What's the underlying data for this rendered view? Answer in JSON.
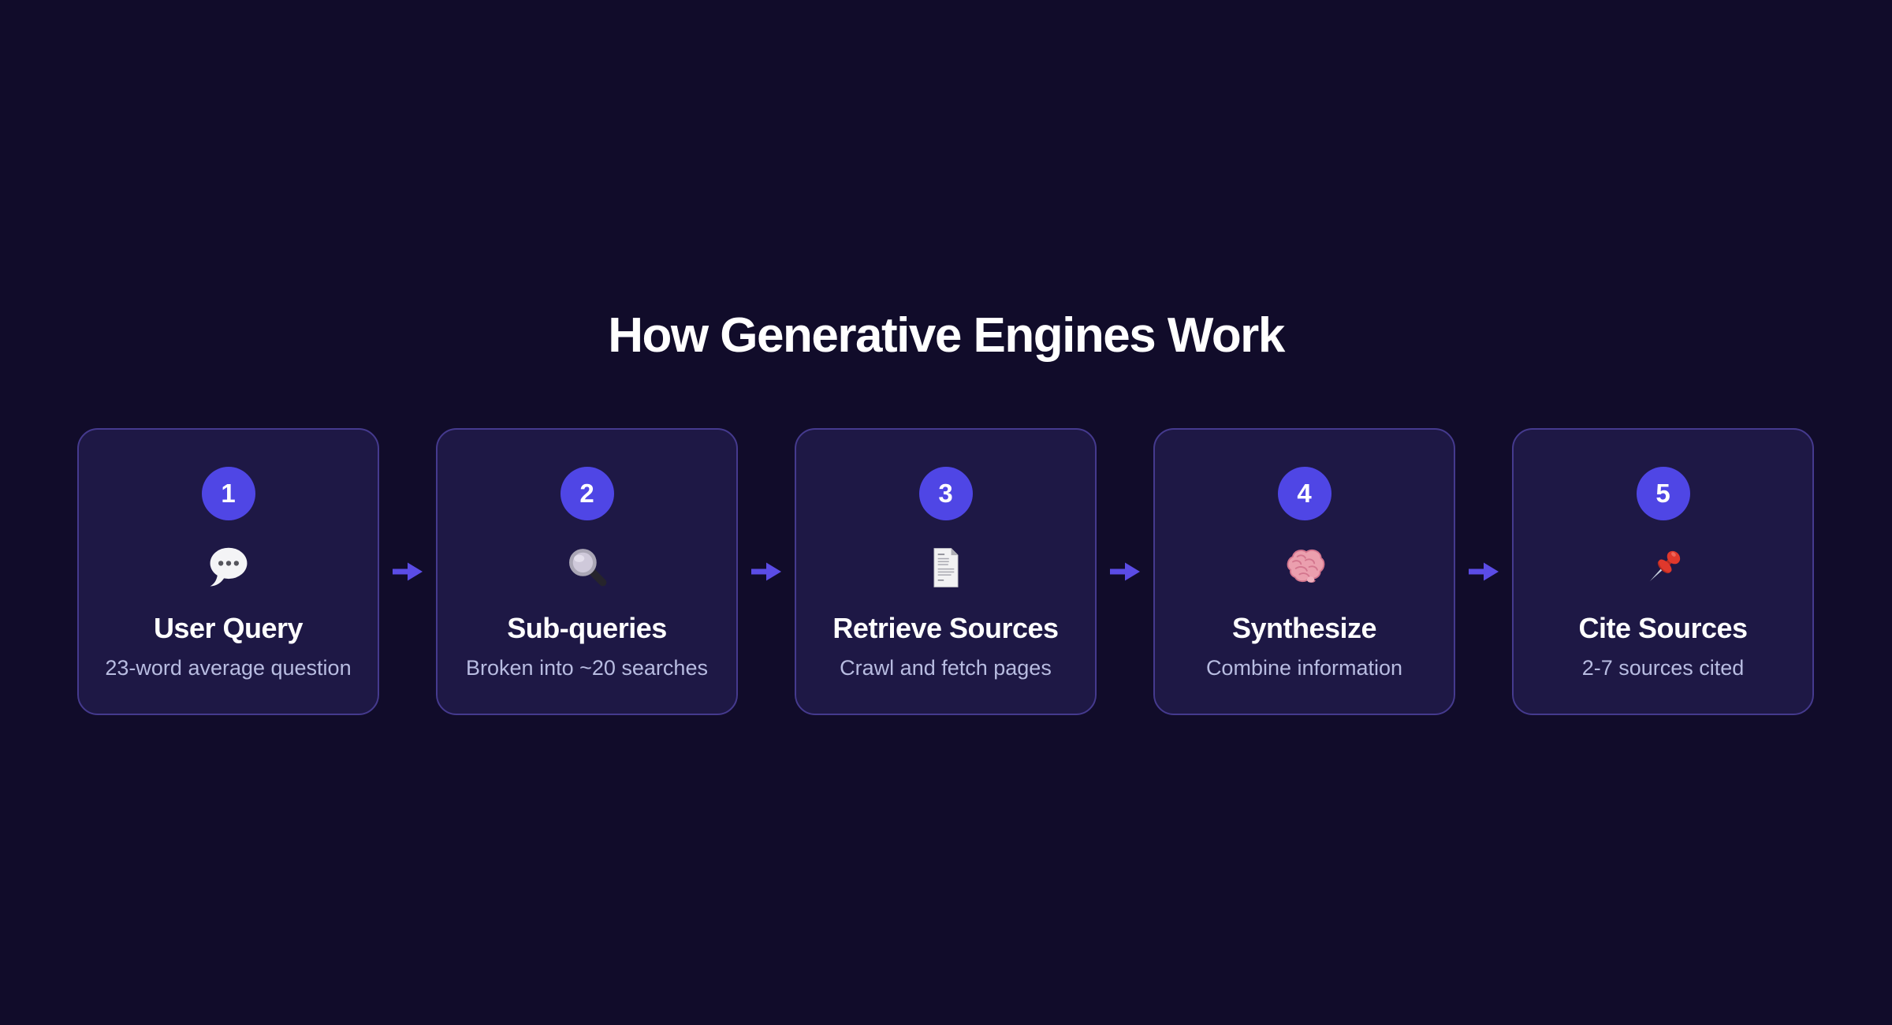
{
  "title": "How Generative Engines Work",
  "colors": {
    "page_background": "#110c2a",
    "card_background": "#1e1845",
    "card_border": "#453a8e",
    "step_badge": "#4f46e5",
    "arrow": "#5b4ce6",
    "title_text": "#ffffff",
    "subtitle_text": "#b8bce1"
  },
  "steps": [
    {
      "number": "1",
      "icon": "speech-balloon-icon",
      "title": "User Query",
      "subtitle": "23-word average question"
    },
    {
      "number": "2",
      "icon": "magnifying-glass-icon",
      "title": "Sub-queries",
      "subtitle": "Broken into ~20 searches"
    },
    {
      "number": "3",
      "icon": "page-document-icon",
      "title": "Retrieve Sources",
      "subtitle": "Crawl and fetch pages"
    },
    {
      "number": "4",
      "icon": "brain-icon",
      "title": "Synthesize",
      "subtitle": "Combine information"
    },
    {
      "number": "5",
      "icon": "pushpin-icon",
      "title": "Cite Sources",
      "subtitle": "2-7 sources cited"
    }
  ]
}
